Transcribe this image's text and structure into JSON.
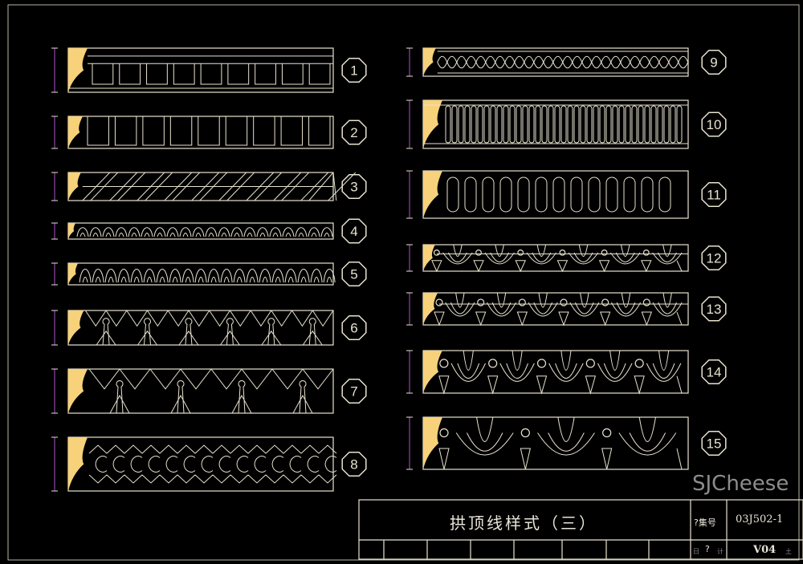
{
  "drawing": {
    "title": "拱顶线样式（三）",
    "atlas_label": "?集号",
    "atlas_number": "03J502-1",
    "page": "V04",
    "bottom_row_marks": [
      "日",
      "?",
      "计",
      "土"
    ],
    "watermark": "SJCheese"
  },
  "profiles": [
    {
      "number": "1",
      "pattern": "squares-double"
    },
    {
      "number": "2",
      "pattern": "squares"
    },
    {
      "number": "3",
      "pattern": "diagonals"
    },
    {
      "number": "4",
      "pattern": "loops"
    },
    {
      "number": "5",
      "pattern": "loops"
    },
    {
      "number": "6",
      "pattern": "anthemion"
    },
    {
      "number": "7",
      "pattern": "anthemion"
    },
    {
      "number": "8",
      "pattern": "scales"
    },
    {
      "number": "9",
      "pattern": "braid"
    },
    {
      "number": "10",
      "pattern": "flutes"
    },
    {
      "number": "11",
      "pattern": "ovals"
    },
    {
      "number": "12",
      "pattern": "swags"
    },
    {
      "number": "13",
      "pattern": "swags"
    },
    {
      "number": "14",
      "pattern": "swags"
    },
    {
      "number": "15",
      "pattern": "swags"
    }
  ],
  "colors": {
    "line": "#e8e2cf",
    "profile": "#f7d27a",
    "dimension": "#b04fd0",
    "background": "#000000"
  }
}
